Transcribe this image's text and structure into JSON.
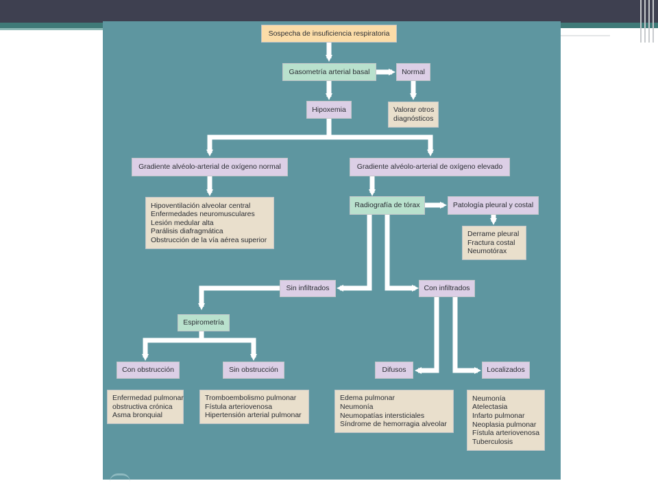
{
  "colors": {
    "header_bar": "#3e4050",
    "accent_teal": "#3f7a78",
    "panel_bg": "#5e96a0",
    "arrow": "#ffffff",
    "start_box": "#fbdca8",
    "test_box": "#b9e1cd",
    "finding_box": "#dccfe6",
    "result_box": "#e9dfcc"
  },
  "diagram": {
    "start": "Sospecha de insuficiencia respiratoria",
    "gasometria": "Gasometría arterial basal",
    "normal": "Normal",
    "valorar": [
      "Valorar otros",
      "diagnósticos"
    ],
    "hipoxemia": "Hipoxemia",
    "gradiente_normal": "Gradiente alvéolo-arterial de oxígeno normal",
    "gradiente_elevado": "Gradiente alvéolo-arterial de oxígeno elevado",
    "causas_gradiente_normal": [
      "Hipoventilación alveolar central",
      "Enfermedades neuromusculares",
      "Lesión medular alta",
      "Parálisis diafragmática",
      "Obstrucción de la vía aérea superior"
    ],
    "radiografia": "Radiografía de tórax",
    "patologia_pleural": "Patología pleural y costal",
    "causas_pleurales": [
      "Derrame pleural",
      "Fractura costal",
      "Neumotórax"
    ],
    "sin_infiltrados": "Sin infiltrados",
    "con_infiltrados": "Con infiltrados",
    "espirometria": "Espirometría",
    "con_obstruccion": "Con obstrucción",
    "sin_obstruccion": "Sin obstrucción",
    "causas_con_obstruccion": [
      "Enfermedad pulmonar",
      "obstructiva crónica",
      "Asma bronquial"
    ],
    "causas_sin_obstruccion": [
      "Tromboembolismo pulmonar",
      "Fístula arteriovenosa",
      "Hipertensión arterial pulmonar"
    ],
    "difusos": "Difusos",
    "localizados": "Localizados",
    "causas_difusos": [
      "Edema pulmonar",
      "Neumonía",
      "Neumopatías intersticiales",
      "Síndrome de hemorragia alveolar"
    ],
    "causas_localizados": [
      "Neumonía",
      "Atelectasia",
      "Infarto pulmonar",
      "Neoplasia pulmonar",
      "Fístula arteriovenosa",
      "Tuberculosis"
    ]
  }
}
